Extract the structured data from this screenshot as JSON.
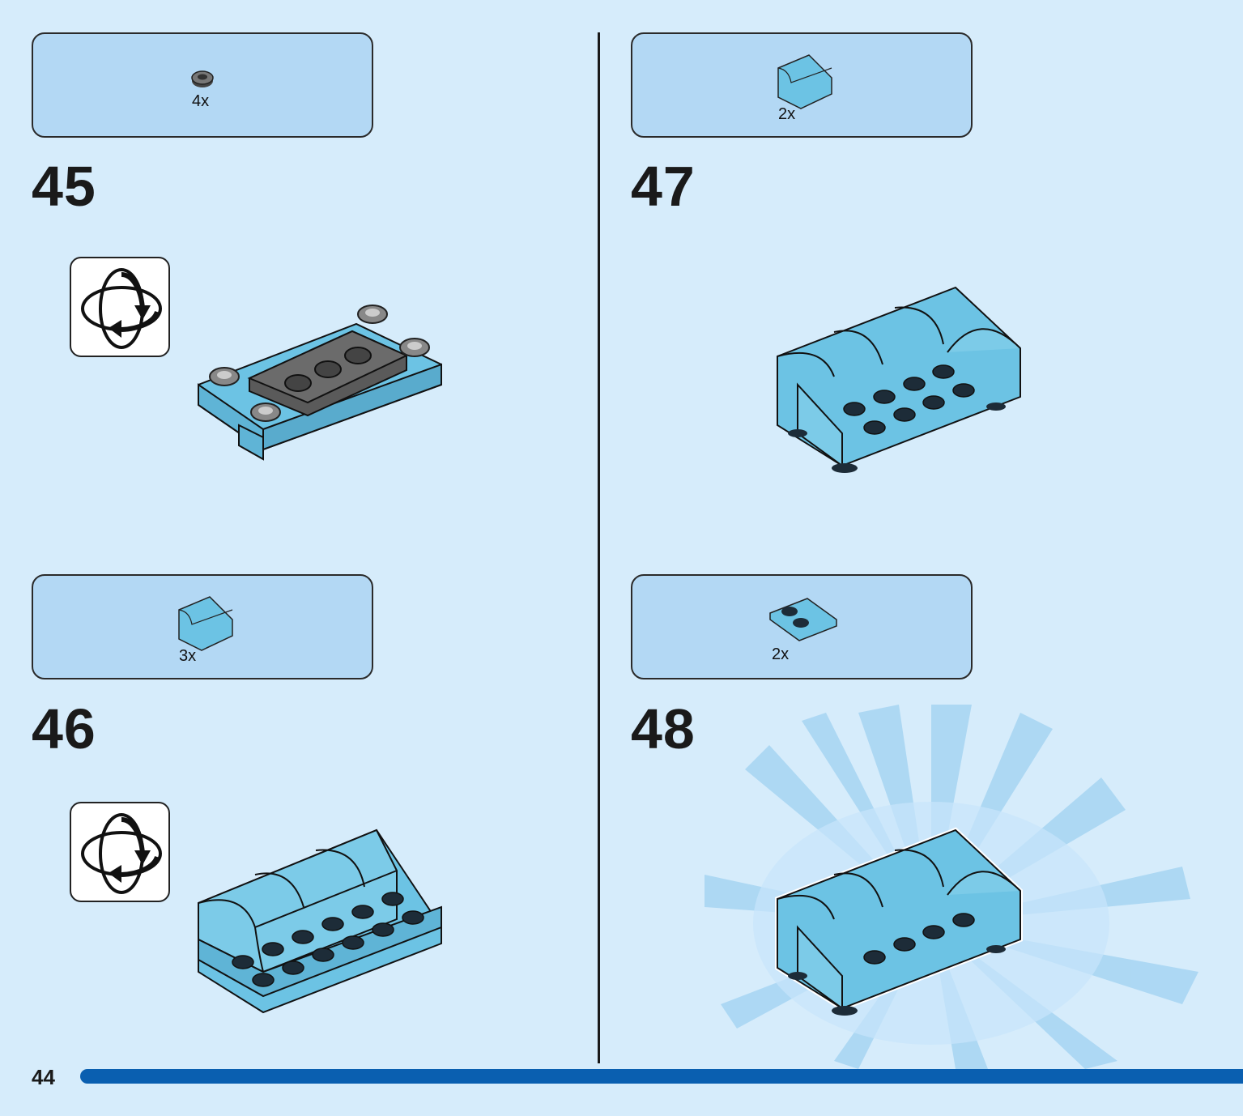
{
  "steps": [
    {
      "number": "45",
      "parts_qty": "4x",
      "part_icon": "round-plate-dark-icon",
      "rotate": true
    },
    {
      "number": "46",
      "parts_qty": "3x",
      "part_icon": "curved-slope-blue-icon",
      "rotate": true
    },
    {
      "number": "47",
      "parts_qty": "2x",
      "part_icon": "curved-slope-blue-icon",
      "rotate": false
    },
    {
      "number": "48",
      "parts_qty": "2x",
      "part_icon": "plate-2x2-blue-icon",
      "rotate": false
    }
  ],
  "footer": {
    "page_number": "44"
  },
  "colors": {
    "background": "#d6ecfb",
    "parts_box": "#b3d8f4",
    "brick_blue": "#6cc3e4",
    "dark_stud": "#1d2c38",
    "progress_bar": "#0a5fb0"
  }
}
